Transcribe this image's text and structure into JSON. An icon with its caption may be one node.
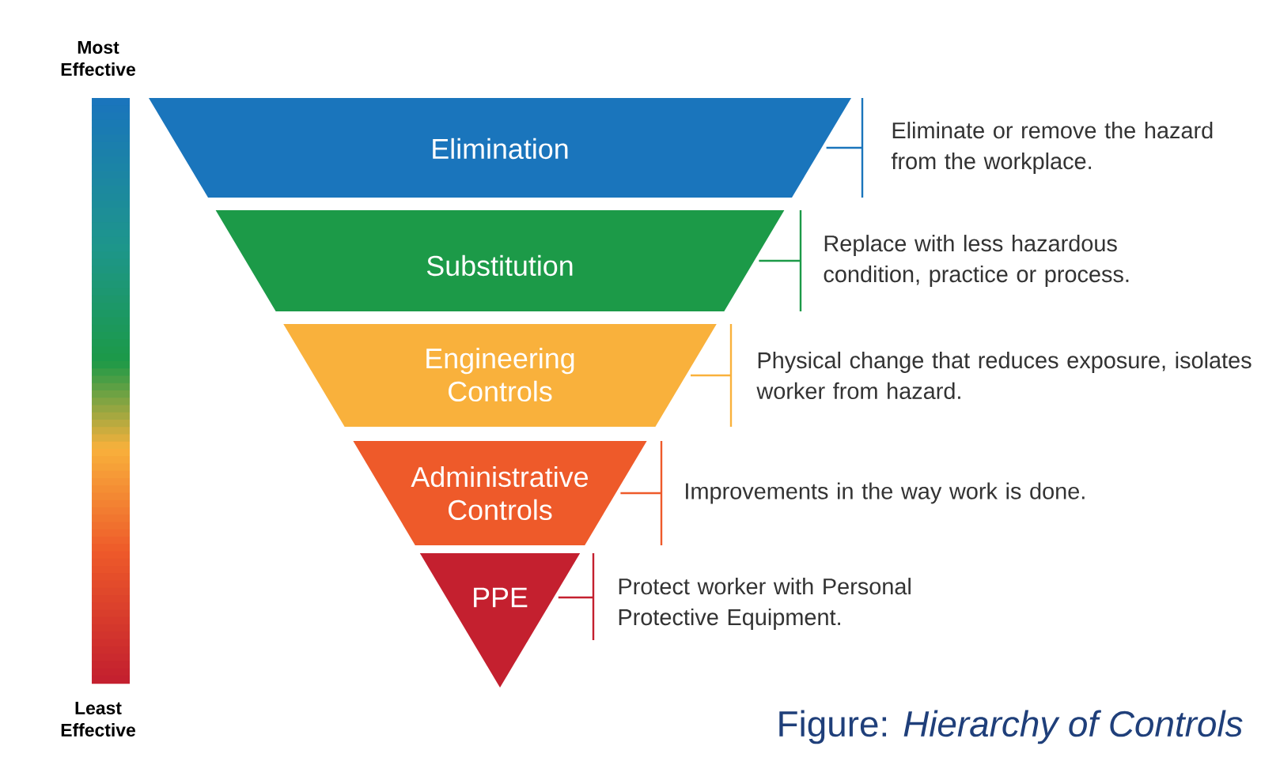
{
  "diagram": {
    "caption": "Figure: *Hierarchy of Controls*",
    "nodes": [
      {
        "text": [
          "Elimination"
        ],
        "beside": [
          "Eliminate or remove the hazard from the workplace."
        ]
      },
      {
        "text": [
          "Substitution"
        ],
        "beside": [
          "Replace with less hazardous condition, practice or process."
        ]
      },
      {
        "text": [
          "Engineering Controls"
        ],
        "beside": [
          "Physical change that reduces exposure, isolates worker from hazard."
        ]
      },
      {
        "text": [
          "Administrative Controls"
        ],
        "beside": [
          "Improvements in the way work is done."
        ]
      },
      {
        "text": [
          "PPE"
        ],
        "beside": [
          "Protect worker with Personal Protective Equipment."
        ]
      }
    ],
    "labels": [
      "Most Effective",
      "Least Effective"
    ]
  }
}
